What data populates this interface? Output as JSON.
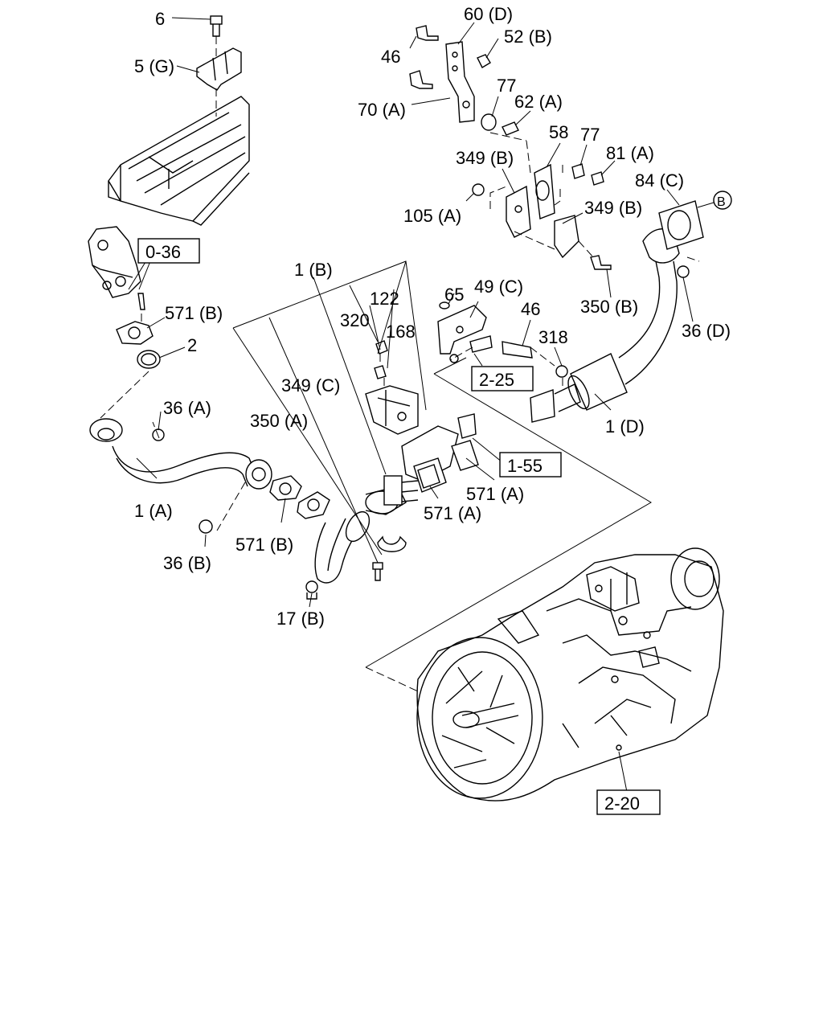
{
  "labels": {
    "p6": "6",
    "p5g": "5 (G)",
    "p60d": "60 (D)",
    "p46_top": "46",
    "p52b": "52 (B)",
    "p70a": "70 (A)",
    "p77_a": "77",
    "p62a": "62 (A)",
    "p58": "58",
    "p77_b": "77",
    "p81a": "81 (A)",
    "p349b_a": "349 (B)",
    "p84c": "84 (C)",
    "pB_circle": "B",
    "p105a": "105 (A)",
    "p349b_b": "349 (B)",
    "p350b": "350 (B)",
    "p36d": "36 (D)",
    "p1b": "1 (B)",
    "p65": "65",
    "p49c": "49 (C)",
    "p122": "122",
    "p320": "320",
    "p168": "168",
    "p46_mid": "46",
    "p318": "318",
    "p571b_top": "571 (B)",
    "p2": "2",
    "p349c": "349 (C)",
    "p36a": "36 (A)",
    "p350a": "350 (A)",
    "p1d": "1 (D)",
    "p571a_1": "571 (A)",
    "p571a_2": "571 (A)",
    "p1a": "1 (A)",
    "p571b_bot": "571 (B)",
    "p36b": "36 (B)",
    "p17b": "17 (B)"
  },
  "refs": {
    "r036": "0-36",
    "r225": "2-25",
    "r155": "1-55",
    "r220": "2-20"
  }
}
